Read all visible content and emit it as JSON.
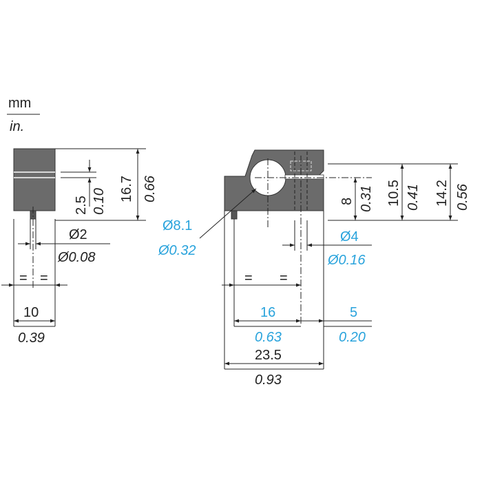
{
  "units": {
    "primary": "mm",
    "secondary": "in."
  },
  "side_view": {
    "height": {
      "mm": "16.7",
      "in": "0.66"
    },
    "offset": {
      "mm": "2.5",
      "in": "0.10"
    },
    "pin_diameter": {
      "mm": "Ø2",
      "in": "Ø0.08"
    },
    "width": {
      "mm": "10",
      "in": "0.39"
    },
    "equal_marks": [
      "=",
      "="
    ]
  },
  "front_view": {
    "bore": {
      "mm": "Ø8.1",
      "in": "Ø0.32"
    },
    "screw_hole": {
      "mm": "Ø4",
      "in": "Ø0.16"
    },
    "bore_height": {
      "mm": "8",
      "in": "0.31"
    },
    "mid_height": {
      "mm": "10.5",
      "in": "0.41"
    },
    "total_height": {
      "mm": "14.2",
      "in": "0.56"
    },
    "hole_spacing": {
      "mm": "16",
      "in": "0.63"
    },
    "edge_offset": {
      "mm": "5",
      "in": "0.20"
    },
    "total_width": {
      "mm": "23.5",
      "in": "0.93"
    },
    "equal_marks": [
      "=",
      "="
    ]
  },
  "colors": {
    "part": "#6b6b6b",
    "line": "#222222",
    "highlight": "#29a3dc"
  }
}
